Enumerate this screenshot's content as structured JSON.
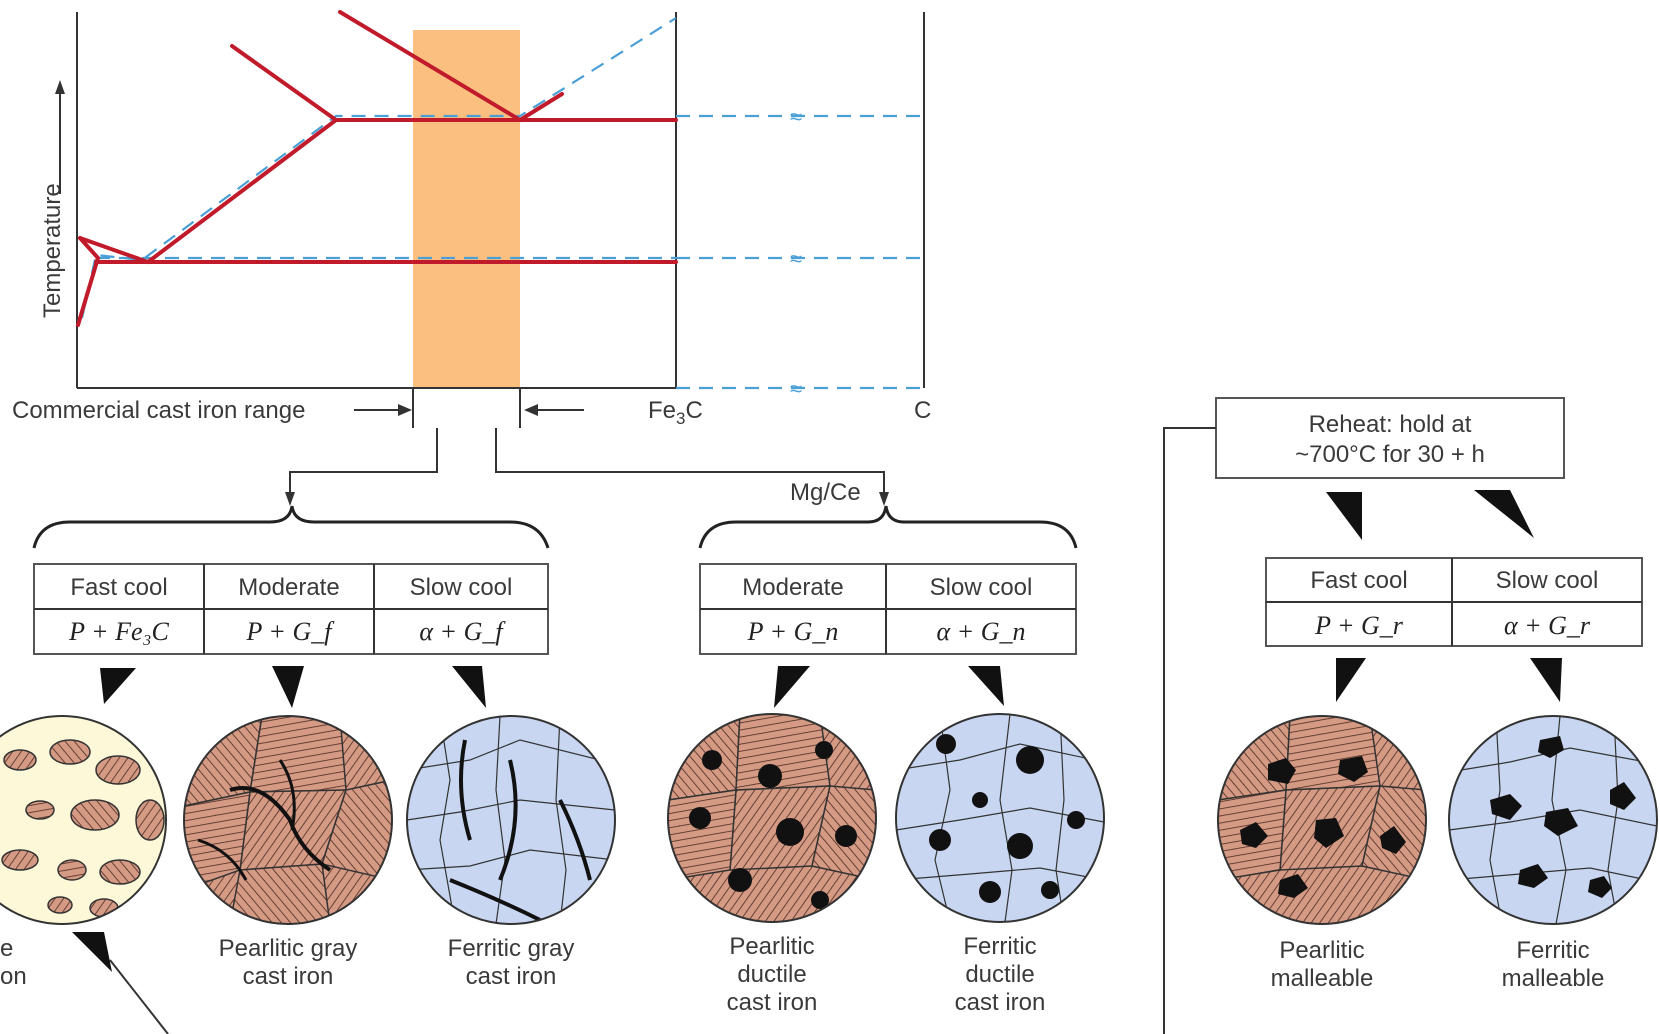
{
  "phase_diagram": {
    "y_axis_label": "Temperature",
    "range_label": "Commercial cast iron range",
    "fe3c_label": "Fe",
    "fe3c_sub": "3",
    "fe3c_suffix": "C",
    "c_label": "C",
    "break_symbol": "≈"
  },
  "branches": {
    "right_label": "Mg/Ce"
  },
  "gray_table": {
    "headers": [
      "Fast cool",
      "Moderate",
      "Slow cool"
    ],
    "phases": [
      "P + Fe₃C",
      "P + G_f",
      "α + G_f"
    ]
  },
  "ductile_table": {
    "headers": [
      "Moderate",
      "Slow cool"
    ],
    "phases": [
      "P + G_n",
      "α + G_n"
    ]
  },
  "malleable": {
    "reheat_line1": "Reheat: hold at",
    "reheat_line2": "~700°C for 30 + h",
    "headers": [
      "Fast cool",
      "Slow cool"
    ],
    "phases": [
      "P + G_r",
      "α + G_r"
    ]
  },
  "microstructures": {
    "white": [
      "e",
      "on"
    ],
    "pearlitic_gray": [
      "Pearlitic gray",
      "cast iron"
    ],
    "ferritic_gray": [
      "Ferritic gray",
      "cast iron"
    ],
    "pearlitic_ductile": [
      "Pearlitic",
      "ductile",
      "cast iron"
    ],
    "ferritic_ductile": [
      "Ferritic",
      "ductile",
      "cast iron"
    ],
    "pearlitic_malleable": [
      "Pearlitic",
      "malleable"
    ],
    "ferritic_malleable": [
      "Ferritic",
      "malleable"
    ]
  },
  "colors": {
    "phase_line": "#c11a2a",
    "dashed_line": "#4a9fd6",
    "range_band": "#fbbf80",
    "pearlite": "#d49a84",
    "ferrite": "#c8d6f2",
    "white_iron": "#fdf8d8"
  }
}
